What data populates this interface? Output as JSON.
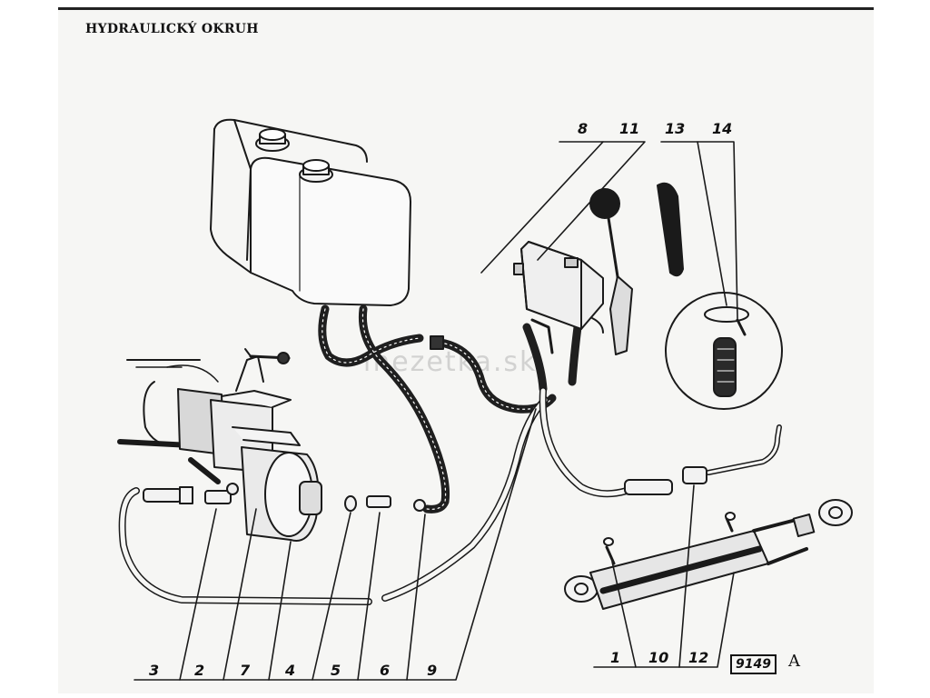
{
  "title": "HYDRAULICKÝ OKRUH",
  "figure_number": "9149",
  "figure_suffix": "A",
  "watermark": "mezetka.sk",
  "callouts_top": [
    "8",
    "11",
    "13",
    "14"
  ],
  "callouts_bottom_left": [
    "3",
    "2",
    "7",
    "4",
    "5",
    "6",
    "9"
  ],
  "callouts_bottom_right": [
    "1",
    "10",
    "12"
  ],
  "components": {
    "tank": "oil-tank",
    "pump": "hydraulic-pump",
    "valve": "control-valve",
    "cylinder": "hydraulic-cylinder",
    "detail": "hose-clamp-detail"
  }
}
